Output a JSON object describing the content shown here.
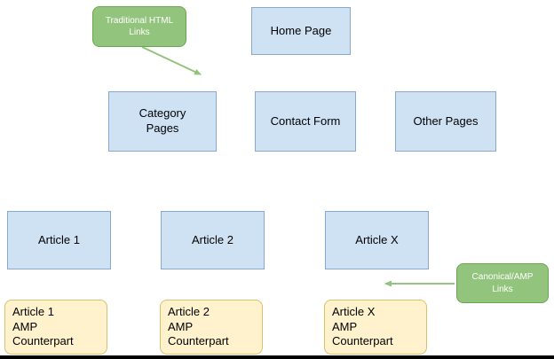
{
  "colors": {
    "node_fill": "#cfe2f3",
    "node_border": "#88a9cc",
    "callout_fill": "#93c47d",
    "callout_border": "#6aa84f",
    "callout_text": "#ffffff",
    "amp_fill": "#fff2cc",
    "amp_border": "#d9c06b",
    "connector": "#93c47d"
  },
  "nodes": {
    "home": {
      "label": "Home Page"
    },
    "category": {
      "label": "Category\nPages"
    },
    "contact": {
      "label": "Contact Form"
    },
    "other": {
      "label": "Other Pages"
    },
    "article1": {
      "label": "Article 1"
    },
    "article2": {
      "label": "Article 2"
    },
    "articlex": {
      "label": "Article X"
    }
  },
  "amp_nodes": {
    "amp1": {
      "label": "Article 1\nAMP\nCounterpart"
    },
    "amp2": {
      "label": "Article 2\nAMP\nCounterpart"
    },
    "ampx": {
      "label": "Article X\nAMP\nCounterpart"
    }
  },
  "callouts": {
    "traditional": {
      "label": "Traditional HTML\nLinks"
    },
    "canonical": {
      "label": "Canonical/AMP\nLinks"
    }
  }
}
